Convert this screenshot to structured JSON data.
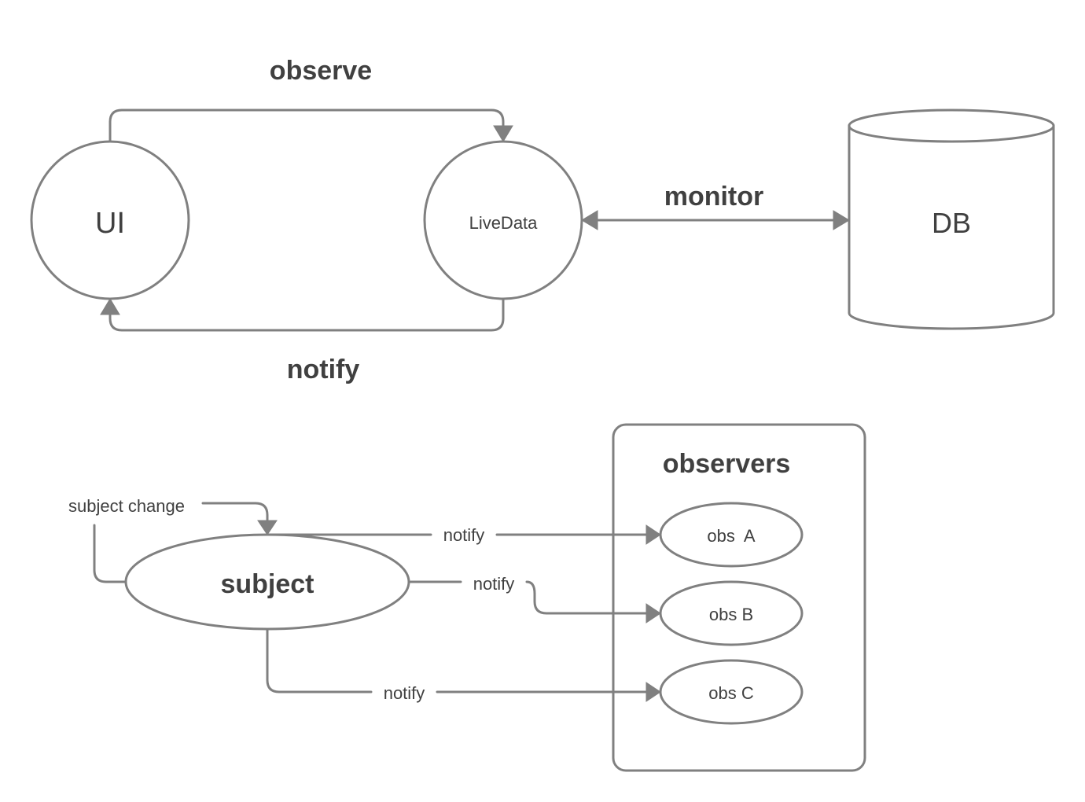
{
  "top": {
    "nodes": {
      "ui": "UI",
      "livedata": "LiveData",
      "db": "DB"
    },
    "edges": {
      "observe": "observe",
      "notify": "notify",
      "monitor": "monitor"
    }
  },
  "bottom": {
    "subject_change": "subject change",
    "subject": "subject",
    "observers_title": "observers",
    "observers": [
      "obs  A",
      "obs B",
      "obs C"
    ],
    "notify_labels": [
      "notify",
      "notify",
      "notify"
    ]
  },
  "colors": {
    "stroke": "#808080",
    "text": "#404040",
    "background": "#ffffff"
  }
}
